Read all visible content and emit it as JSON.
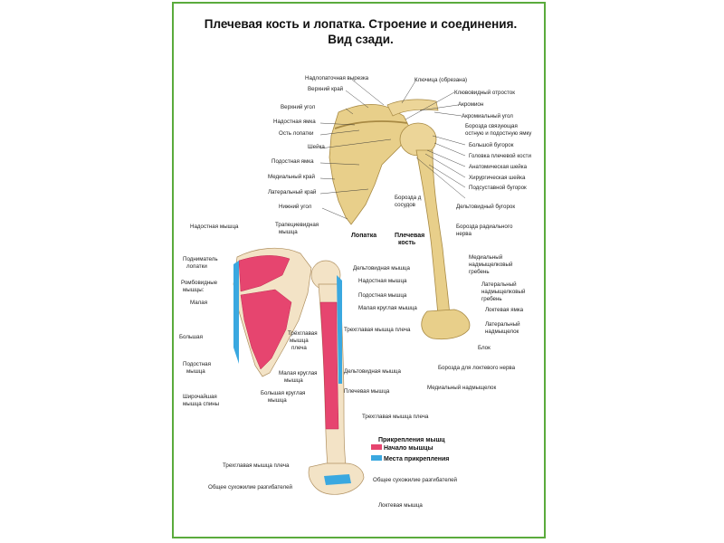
{
  "title": {
    "line1": "Плечевая кость и лопатка. Строение и соединения.",
    "line2": "Вид сзади."
  },
  "colors": {
    "frame": "#5aab3c",
    "bone": "#e8cf8a",
    "origin": "#e6456f",
    "insertion": "#3aa8e0"
  },
  "top_figure": {
    "left_labels": [
      "Надлопаточная вырезка",
      "Верхний край",
      "Верхний угол",
      "Надостная ямка",
      "Ость лопатки",
      "Шейка",
      "Подостная ямка",
      "Медиальный край",
      "Латеральный край",
      "Нижний угол"
    ],
    "right_labels": [
      "Ключица (обрезана)",
      "Клювовидный отросток",
      "Акромион",
      "Акромиальный угол",
      "Борозда связующая",
      "остную и подостную ямку",
      "Большой бугорок",
      "Головка плечевой кости",
      "Анатомическая шейка",
      "Хирургическая шейка",
      "Подсуставной бугорок",
      "Дельтовидный бугорок",
      "Борозда радиального",
      "нерва",
      "Медиальный",
      "надмыщелковый",
      "гребень",
      "Латеральный",
      "надмыщелковый",
      "гребень",
      "Локтевая ямка",
      "Латеральный",
      "надмыщелок",
      "Блок",
      "Борозда для локтевого нерва",
      "Медиальный надмыщелок"
    ],
    "mid_labels": [
      "Борозда д",
      "сосудов"
    ],
    "names": {
      "scapula": "Лопатка",
      "humerus_1": "Плечевая",
      "humerus_2": "кость"
    }
  },
  "bottom_figure": {
    "left_labels": [
      "Надостная мышца",
      "Трапециевидная",
      "мышца",
      "Подниматель",
      "лопатки",
      "Ромбовидные",
      "мышцы:",
      "Малая",
      "Большая",
      "Подостная",
      "мышца",
      "Широчайшая",
      "мышца спины",
      "Малая круглая",
      "мышца",
      "Большая круглая",
      "мышца",
      "Трёхглавая",
      "мышца",
      "плеча"
    ],
    "right_labels": [
      "Дельтовидная мышца",
      "Надостная мышца",
      "Подостная мышца",
      "Малая круглая мышца",
      "Трехглавая мышца плеча",
      "Дельтовидная мышца",
      "Плечевая мышца",
      "Трехглавая мышца плеча",
      "Общее сухожилие разгибателей",
      "Локтевая мышца"
    ],
    "lower_left_labels": [
      "Трехглавая мышца плеча",
      "Общее сухожилие разгибателей"
    ]
  },
  "legend": {
    "heading": "Прикрепления мышц",
    "origin": "Начало мышцы",
    "insertion": "Места прикрепления"
  }
}
